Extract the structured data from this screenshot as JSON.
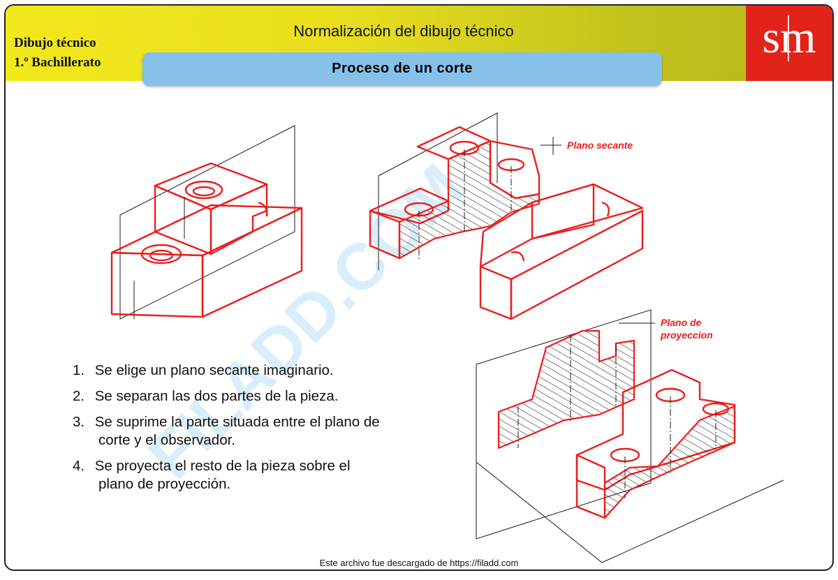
{
  "header": {
    "course_line1": "Dibujo técnico",
    "course_line2": "1.º Bachillerato",
    "title": "Normalización del dibujo técnico",
    "subtitle": "Proceso de un corte",
    "logo": "sm"
  },
  "labels": {
    "cutting_plane": "Plano secante",
    "projection_plane_1": "Plano de",
    "projection_plane_2": "proyeccion"
  },
  "steps": [
    {
      "num": "1.",
      "text": "Se elige un plano secante imaginario.",
      "cont": ""
    },
    {
      "num": "2.",
      "text": "Se separan las dos partes de la pieza.",
      "cont": ""
    },
    {
      "num": "3.",
      "text": "Se suprime la parte situada entre el plano de",
      "cont": "corte y el observador."
    },
    {
      "num": "4.",
      "text": "Se proyecta el resto de la pieza sobre el",
      "cont": "plano de proyección."
    }
  ],
  "watermark": "FILADD.COM",
  "footer": "Este archivo fue descargado de https://filadd.com",
  "colors": {
    "header_yellow": "#f3e81c",
    "subtitle_blue": "#86c1ea",
    "logo_red": "#e2231a",
    "drawing_red": "#ee1c1c",
    "watermark_blue": "#35a7e6"
  }
}
